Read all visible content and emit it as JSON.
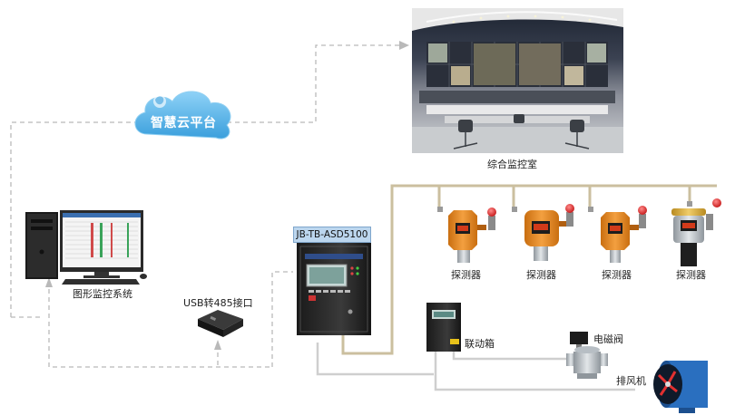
{
  "cloud": {
    "label": "智慧云平台"
  },
  "control_room": {
    "caption": "综合监控室"
  },
  "computer": {
    "caption": "图形监控系统"
  },
  "usb": {
    "caption": "USB转485接口"
  },
  "controller": {
    "model": "JB-TB-ASD5100"
  },
  "detectors": {
    "labels": [
      "探测器",
      "探测器",
      "探测器",
      "探测器"
    ]
  },
  "linkage_box": {
    "label": "联动箱"
  },
  "valve": {
    "label": "电磁阀"
  },
  "fan": {
    "label": "排风机"
  },
  "colors": {
    "bus_line": "#cbbf9f",
    "dashed_line": "#b5b5b5",
    "output_line": "#c9c9c9",
    "detector_body": "#e38b1f",
    "cloud": "#5ab4e8"
  }
}
